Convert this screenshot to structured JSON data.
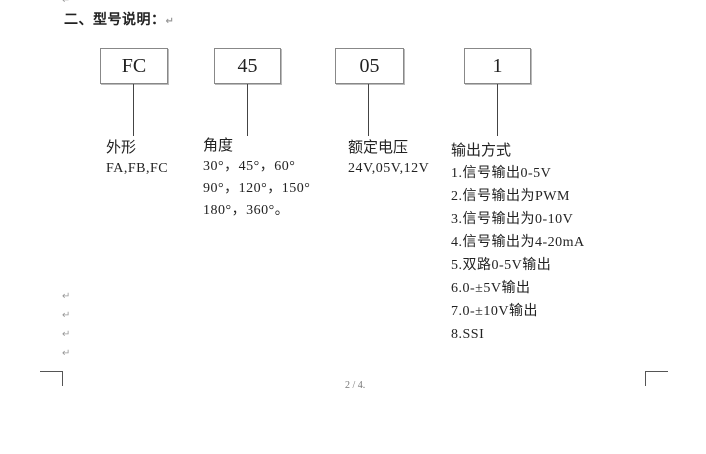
{
  "heading": "二、型号说明：",
  "return_mark": "↵",
  "boxes": [
    {
      "code": "FC",
      "title": "外形",
      "lines": [
        "FA,FB,FC"
      ]
    },
    {
      "code": "45",
      "title": "角度",
      "lines": [
        "30°，45°，60°",
        "90°，120°，150°",
        "180°，360°。"
      ]
    },
    {
      "code": "05",
      "title": "额定电压",
      "lines": [
        "24V,05V,12V"
      ]
    },
    {
      "code": "1",
      "title": "输出方式",
      "lines": [
        "1.信号输出0-5V",
        "2.信号输出为PWM",
        "3.信号输出为0-10V",
        "4.信号输出为4-20mA",
        "5.双路0-5V输出",
        "6.0-±5V输出",
        "7.0-±10V输出",
        "8.SSI"
      ]
    }
  ],
  "page_number": "2 / 4."
}
